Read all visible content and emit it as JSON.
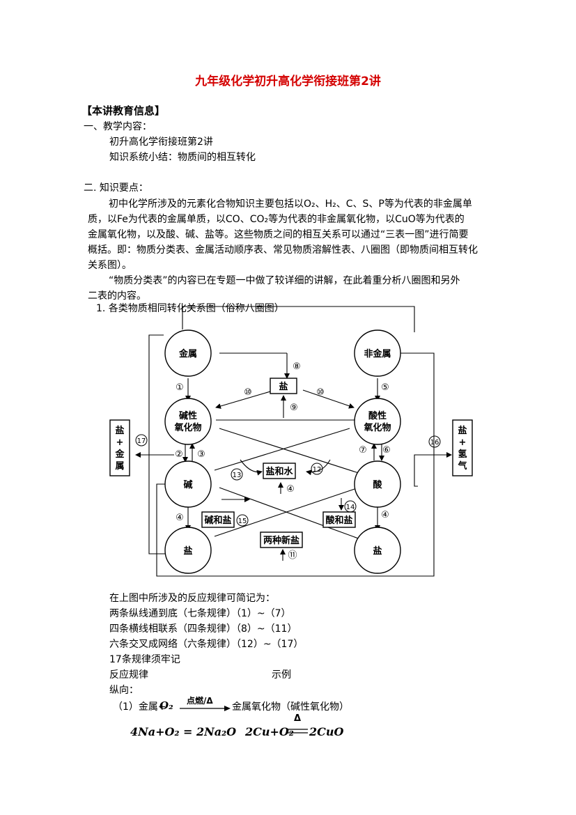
{
  "title": "九年级化学初升高化学衔接班第2讲",
  "section_header": "【本讲教育信息】",
  "teaching": {
    "heading": "一、教学内容：",
    "line1": "初升高化学衔接班第2讲",
    "line2": "知识系统小结：物质间的相互转化"
  },
  "key_points": {
    "heading": "二. 知识要点：",
    "para1_lines": [
      "初中化学所涉及的元素化合物知识主要包括以O₂、H₂、C、S、P等为代表的非金属单",
      "质，以Fe为代表的金属单质，以CO、CO₂等为代表的非金属氧化物，以CuO等为代表的",
      "金属氧化物，以及酸、碱、盐等。这些物质之间的相互关系可以通过“三表一图”进行简要",
      "概括。即：物质分类表、金属活动顺序表、常见物质溶解性表、八圈图（即物质间相互转化",
      "关系图）。"
    ],
    "para2_lines": [
      "“物质分类表”的内容已在专题一中做了较详细的讲解，在此着重分析八圈图和另外",
      "二表的内容。"
    ],
    "item1": "1. 各类物质相同转化关系图（俗称八圈图）"
  },
  "diagram": {
    "nodes": {
      "metal": "金属",
      "nonmetal": "非金属",
      "basic_oxide_1": "碱性",
      "basic_oxide_2": "氧化物",
      "acidic_oxide_1": "酸性",
      "acidic_oxide_2": "氧化物",
      "base": "碱",
      "acid": "酸",
      "salt_left": "盐",
      "salt_right": "盐"
    },
    "boxes": {
      "salt_top": "盐",
      "salt_water": "盐和水",
      "base_salt": "碱和盐",
      "acid_salt": "酸和盐",
      "two_salts": "两种新盐",
      "left_v": [
        "盐",
        "+",
        "金",
        "属"
      ],
      "right_v": [
        "盐",
        "+",
        "氢",
        "气"
      ]
    },
    "labels": {
      "n1": "①",
      "n2": "②",
      "n3": "③",
      "n4a": "④",
      "n4b": "④",
      "n4c": "④",
      "n5": "⑤",
      "n6": "⑥",
      "n7": "⑦",
      "n8": "⑧",
      "n9": "⑨",
      "n10a": "⑩",
      "n10b": "⑩",
      "n11": "⑪",
      "n12": "12",
      "n13": "13",
      "n14": "14",
      "n15": "15",
      "n16": "16",
      "n17": "17"
    }
  },
  "rules": {
    "intro": "在上图中所涉及的反应规律可简记为：",
    "r1": "两条纵线通到底（七条规律）（1）~（7）",
    "r2": "四条横线相联系（四条规律）（8）~（11）",
    "r3": "六条交叉成网络（六条规律）（12）~（17）",
    "r4": "17条规律须牢记",
    "col1": "反应规律",
    "col2": "示例",
    "vertical": "纵向："
  },
  "reaction1": {
    "num": "（1）金属+",
    "o2": "O₂",
    "cond": "点燃/Δ",
    "product": "金属氧化物（碱性氧化物）",
    "eq1": "4Na+O₂ = 2Na₂O",
    "eq2_left": "2Cu+O₂",
    "eq2_cond": "Δ",
    "eq2_right": "2CuO"
  }
}
